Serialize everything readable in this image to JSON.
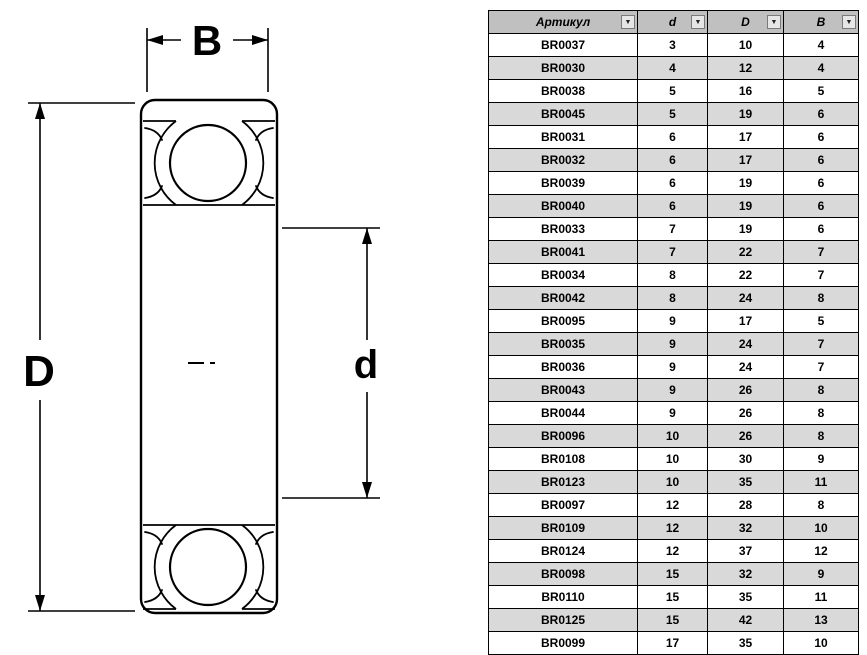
{
  "diagram": {
    "label_B": "B",
    "label_D": "D",
    "label_d": "d"
  },
  "icons": {
    "filter_arrow": "▼"
  },
  "colors": {
    "header_bg": "#c0c0c0",
    "row_alt_bg": "#d9d9d9",
    "border": "#000000",
    "line": "#000000"
  },
  "table": {
    "columns": [
      "articul",
      "d",
      "D",
      "B"
    ],
    "headers": [
      "Артикул",
      "d",
      "D",
      "B"
    ],
    "rows": [
      [
        "BR0037",
        "3",
        "10",
        "4"
      ],
      [
        "BR0030",
        "4",
        "12",
        "4"
      ],
      [
        "BR0038",
        "5",
        "16",
        "5"
      ],
      [
        "BR0045",
        "5",
        "19",
        "6"
      ],
      [
        "BR0031",
        "6",
        "17",
        "6"
      ],
      [
        "BR0032",
        "6",
        "17",
        "6"
      ],
      [
        "BR0039",
        "6",
        "19",
        "6"
      ],
      [
        "BR0040",
        "6",
        "19",
        "6"
      ],
      [
        "BR0033",
        "7",
        "19",
        "6"
      ],
      [
        "BR0041",
        "7",
        "22",
        "7"
      ],
      [
        "BR0034",
        "8",
        "22",
        "7"
      ],
      [
        "BR0042",
        "8",
        "24",
        "8"
      ],
      [
        "BR0095",
        "9",
        "17",
        "5"
      ],
      [
        "BR0035",
        "9",
        "24",
        "7"
      ],
      [
        "BR0036",
        "9",
        "24",
        "7"
      ],
      [
        "BR0043",
        "9",
        "26",
        "8"
      ],
      [
        "BR0044",
        "9",
        "26",
        "8"
      ],
      [
        "BR0096",
        "10",
        "26",
        "8"
      ],
      [
        "BR0108",
        "10",
        "30",
        "9"
      ],
      [
        "BR0123",
        "10",
        "35",
        "11"
      ],
      [
        "BR0097",
        "12",
        "28",
        "8"
      ],
      [
        "BR0109",
        "12",
        "32",
        "10"
      ],
      [
        "BR0124",
        "12",
        "37",
        "12"
      ],
      [
        "BR0098",
        "15",
        "32",
        "9"
      ],
      [
        "BR0110",
        "15",
        "35",
        "11"
      ],
      [
        "BR0125",
        "15",
        "42",
        "13"
      ],
      [
        "BR0099",
        "17",
        "35",
        "10"
      ]
    ]
  }
}
